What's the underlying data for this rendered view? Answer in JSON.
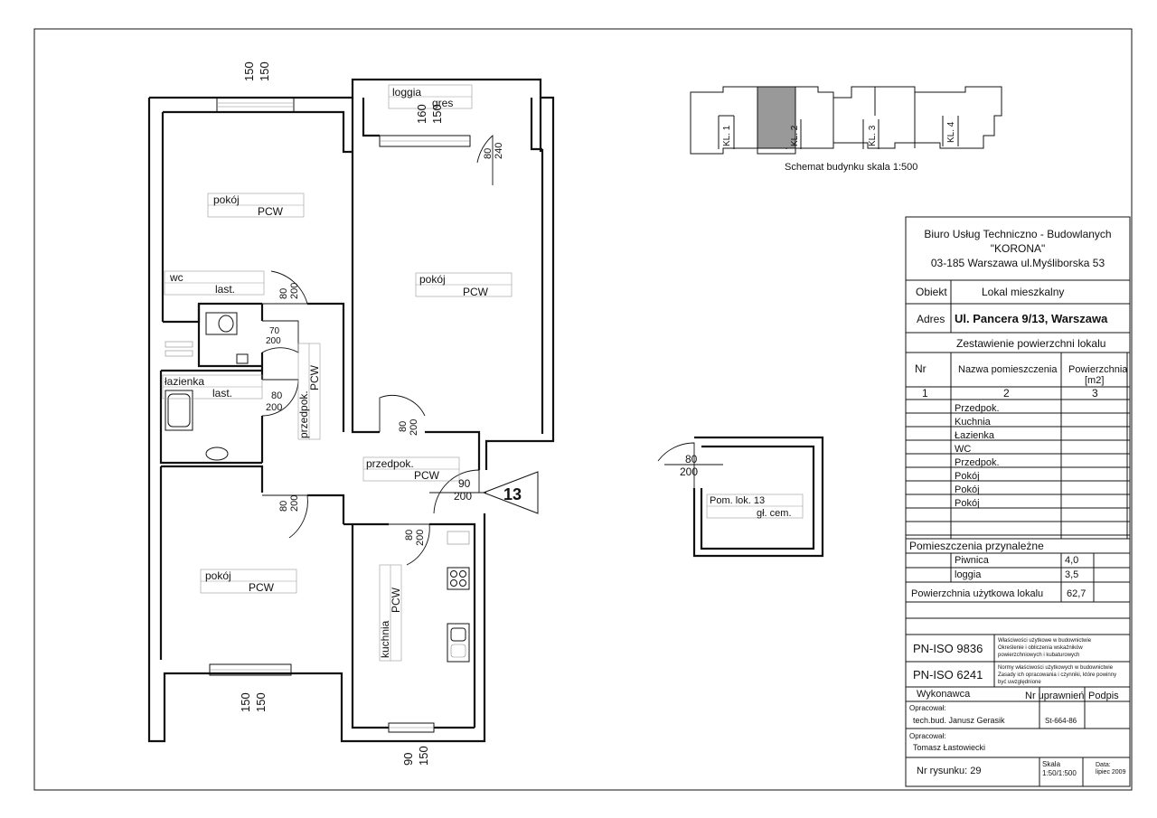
{
  "building_schema": {
    "caption": "Schemat budynku skala 1:500",
    "stairwells": [
      "KL. 1",
      "KL. 2",
      "KL. 3",
      "KL. 4"
    ]
  },
  "plan": {
    "rooms": {
      "room1": {
        "name": "pokój",
        "floor": "PCW"
      },
      "room2": {
        "name": "pokój",
        "floor": "PCW"
      },
      "room3": {
        "name": "pokój",
        "floor": "PCW"
      },
      "wc": {
        "name": "wc",
        "floor": "last."
      },
      "bath": {
        "name": "łazienka",
        "floor": "last."
      },
      "hall": {
        "name": "przedpok.",
        "floor": "PCW"
      },
      "hall2": {
        "name": "przedpok.",
        "floor": "PCW"
      },
      "kitchen": {
        "name": "kuchnia",
        "floor": "PCW"
      },
      "loggia": {
        "name": "loggia",
        "floor": "gres"
      }
    },
    "dims": {
      "top_win_a": "150",
      "top_win_b": "150",
      "loggia_a": "160",
      "loggia_b": "150",
      "d_loggia_a": "80",
      "d_loggia_b": "240",
      "d_wc_a": "80",
      "d_wc_b": "200",
      "d_wc2_a": "70",
      "d_wc2_b": "200",
      "d_bath_a": "80",
      "d_bath_b": "200",
      "d_room2_a": "80",
      "d_room2_b": "200",
      "d_room3_a": "80",
      "d_room3_b": "200",
      "d_kitchen_a": "80",
      "d_kitchen_b": "200",
      "d_entry_a": "90",
      "d_entry_b": "200",
      "bot_win_a": "150",
      "bot_win_b": "150",
      "kit_win_a": "90",
      "kit_win_b": "150"
    },
    "apartment_number": "13"
  },
  "storage": {
    "door_a": "80",
    "door_b": "200",
    "name": "Pom. lok. 13",
    "floor": "gł. cem."
  },
  "table": {
    "company_line1": "Biuro Usług Techniczno - Budowlanych",
    "company_line2": "\"KORONA\"",
    "company_line3": "03-185 Warszawa ul.Myśliborska 53",
    "obiekt_label": "Obiekt",
    "obiekt_value": "Lokal mieszkalny",
    "adres_label": "Adres",
    "adres_value": "Ul. Pancera 9/13, Warszawa",
    "section_title": "Zestawienie powierzchni lokalu",
    "col_nr": "Nr",
    "col_name": "Nazwa pomieszczenia",
    "col_area_1": "Powierzchnia",
    "col_area_2": "[m2]",
    "colnum_1": "1",
    "colnum_2": "2",
    "colnum_3": "3",
    "rows": [
      "Przedpok.",
      "Kuchnia",
      "Łazienka",
      "WC",
      "Przedpok.",
      "Pokój",
      "Pokój",
      "Pokój"
    ],
    "aux_title": "Pomieszczenia przynależne",
    "aux_rows": [
      {
        "name": "Piwnica",
        "area": "4,0"
      },
      {
        "name": "loggia",
        "area": "3,5"
      }
    ],
    "usable_label": "Powierzchnia użytkowa lokalu",
    "usable_value": "62,7",
    "norm1": "PN-ISO 9836",
    "norm1_desc": [
      "Właściwości użytkowe w budownictwie",
      "Określenie i obliczenia wskaźników",
      "powierzchniowych i kubaturowych"
    ],
    "norm2": "PN-ISO 6241",
    "norm2_desc": [
      "Normy właściwości użytkowych w budownictwie",
      "Zasady ich opracowania i czynniki, które powinny",
      "być uwzględnione"
    ],
    "wykonawca": "Wykonawca",
    "nr_upr": "Nr uprawnień",
    "podpis": "Podpis",
    "opr1_label": "Opracował:",
    "opr1_name": "tech.bud. Janusz Gerasik",
    "opr1_nr": "St-664-86",
    "opr2_label": "Opracował:",
    "opr2_name": "Tomasz Łastowiecki",
    "nr_rys": "Nr rysunku:  29",
    "skala_label": "Skala",
    "skala_value": "1:50/1:500",
    "data_label": "Data:",
    "data_value": "lipiec 2009"
  }
}
